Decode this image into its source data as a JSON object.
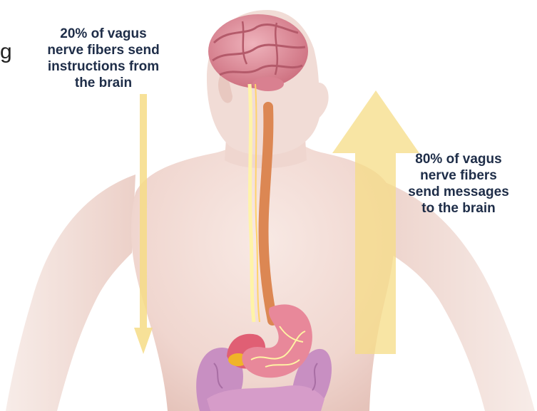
{
  "edge_fragment": "g",
  "labels": {
    "down": {
      "lines": [
        "20% of vagus",
        "nerve fibers send",
        "instructions from",
        "the brain"
      ]
    },
    "up": {
      "lines": [
        "80% of vagus",
        "nerve fibers",
        "send messages",
        "to the brain"
      ]
    }
  },
  "colors": {
    "text": "#1e2d48",
    "arrow_fill": "#f6dc86",
    "skin": "#f2dcd6",
    "brain": "#e0909c",
    "nerve": "#fff4a8",
    "esophagus": "#dd8a55",
    "stomach": "#e8889a",
    "intestine": "#c890c4",
    "gallbladder": "#f0b428"
  }
}
